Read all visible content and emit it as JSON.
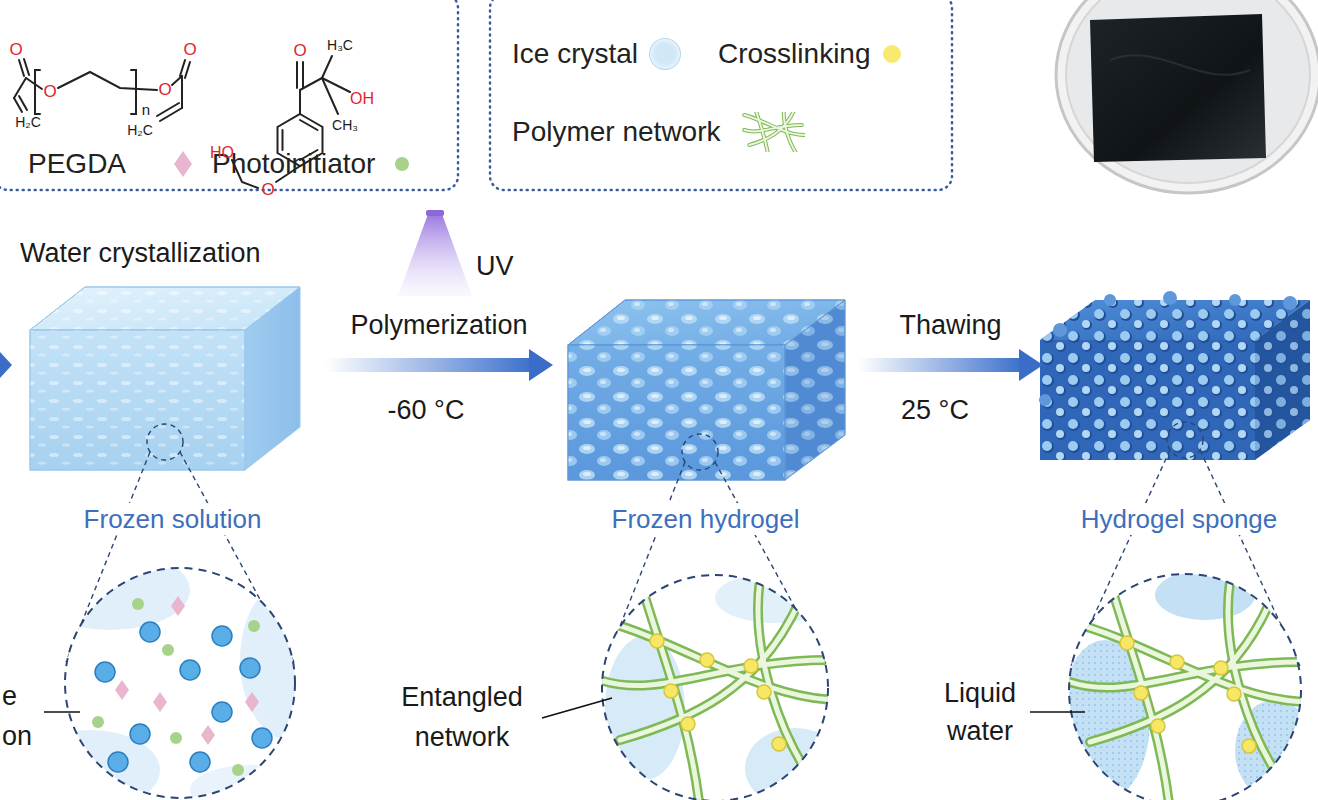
{
  "diagram": {
    "nodes": [
      {
        "text": [
          "Frozen solution"
        ]
      },
      {
        "text": [
          "Frozen hydrogel"
        ]
      },
      {
        "text": [
          "Hydrogel sponge"
        ]
      }
    ],
    "edges": [
      {
        "from": 0,
        "to": 1,
        "arrow": "to",
        "label": "Polymerization"
      },
      {
        "from": 1,
        "to": 2,
        "arrow": "to",
        "label": "Thawing"
      }
    ],
    "labels": [
      "Water crystallization",
      "UV",
      "-60 °C",
      "25 °C",
      "e on",
      "Entangled network",
      "Liquid water",
      "O",
      "O",
      "n",
      "O",
      "O",
      "H₂C",
      "H₂C",
      "HO",
      "O",
      "O",
      "H₃C",
      "OH",
      "CH₃"
    ],
    "legend": [
      {
        "text": "PEGDA",
        "color": "#e9b5cf"
      },
      {
        "text": "Photoinitiator",
        "color": "#a6d28a"
      },
      {
        "text": "Ice crystal",
        "color": "#cfe7f7"
      },
      {
        "text": "Crosslinking",
        "color": "#f7ea6e"
      },
      {
        "text": "Polymer network"
      }
    ]
  }
}
